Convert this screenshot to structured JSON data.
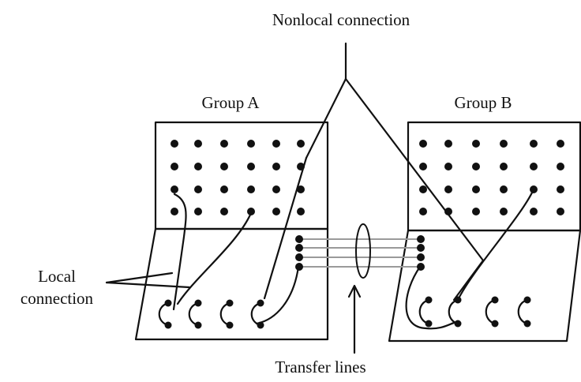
{
  "labels": {
    "nonlocal_connection": "Nonlocal connection",
    "group_a": "Group A",
    "group_b": "Group B",
    "local_line1": "Local",
    "local_line2": "connection",
    "transfer_lines": "Transfer lines"
  },
  "colors": {
    "ink": "#111111",
    "transfer_line": "#9a9a9a",
    "background": "#ffffff"
  }
}
